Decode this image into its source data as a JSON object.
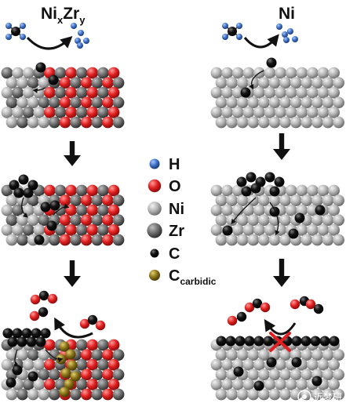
{
  "titles": {
    "left_main": "Ni",
    "left_sub_x": "x",
    "left_mid": "Zr",
    "left_sub_y": "y",
    "right": "Ni"
  },
  "legend": [
    {
      "symbol": "H",
      "sub": "",
      "color": "#3d6fc4"
    },
    {
      "symbol": "O",
      "sub": "",
      "color": "#e01f1f"
    },
    {
      "symbol": "Ni",
      "sub": "",
      "color": "#a8a8a8"
    },
    {
      "symbol": "Zr",
      "sub": "",
      "color": "#6b6b6b"
    },
    {
      "symbol": "C",
      "sub": "",
      "color": "#111111"
    },
    {
      "symbol": "C",
      "sub": "carbidic",
      "color": "#8a7318"
    }
  ],
  "colors": {
    "ni": "#a8a8a8",
    "zr": "#6b6b6b",
    "o": "#e01f1f",
    "h": "#3d6fc4",
    "c": "#111111",
    "c_carbidic": "#8a7318",
    "cross": "#e02020"
  },
  "watermark": "近梦研"
}
